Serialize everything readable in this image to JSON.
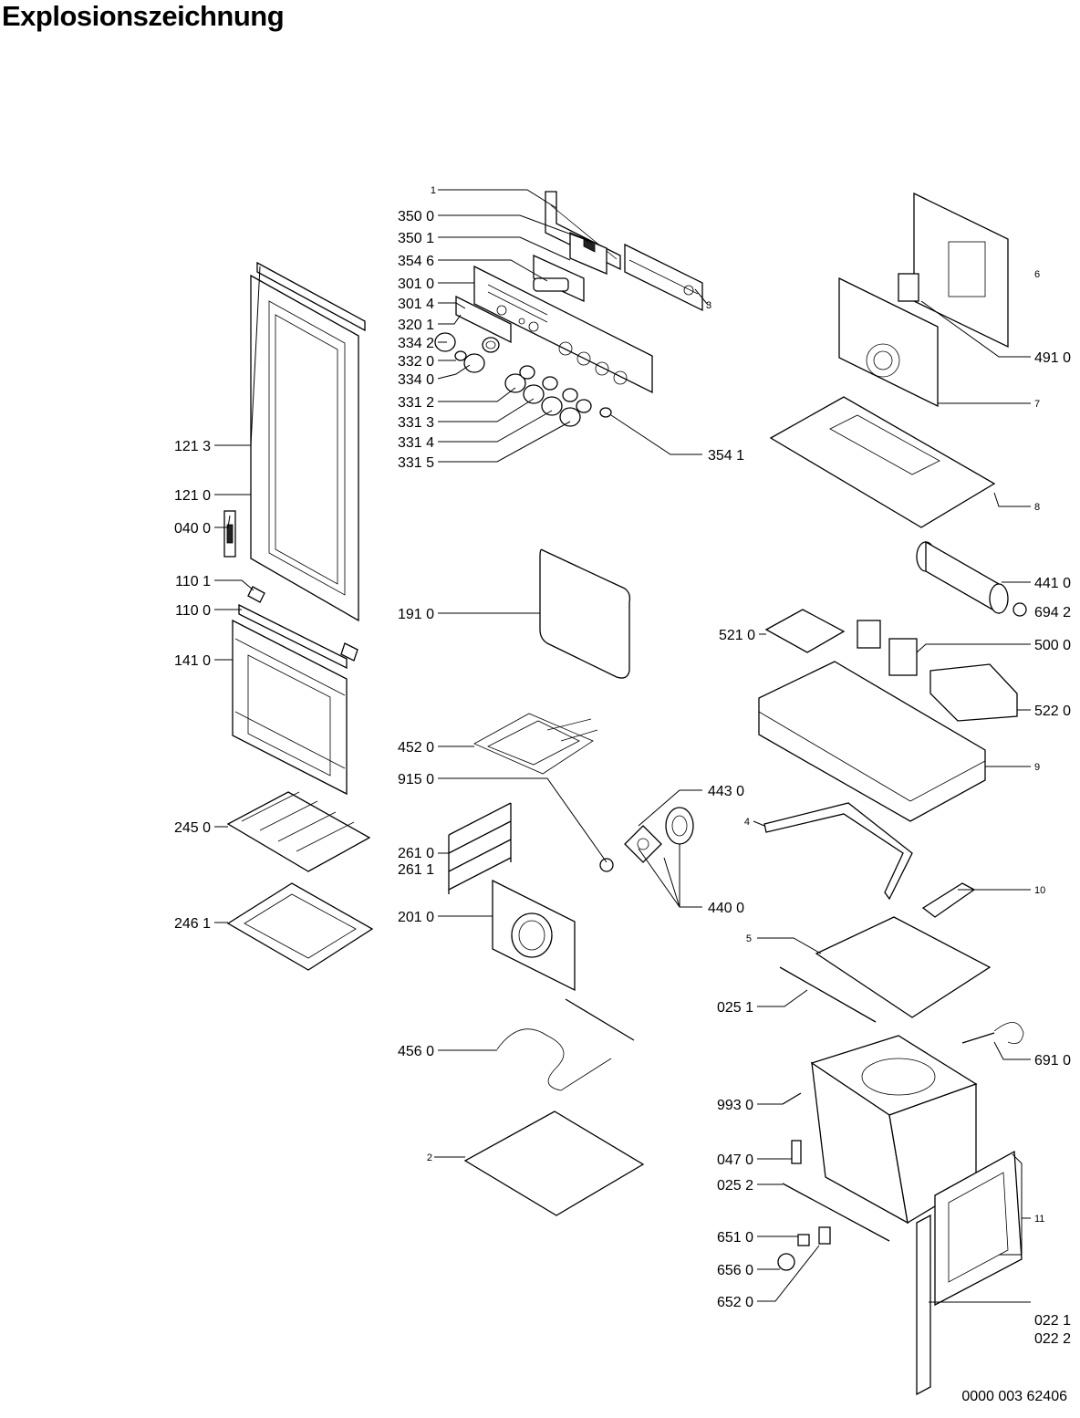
{
  "title": "Explosionszeichnung",
  "doc_number": "0000 003 62406",
  "labels": {
    "p1": "1",
    "p350_0": "350 0",
    "p350_1": "350 1",
    "p354_6": "354 6",
    "p301_0": "301 0",
    "p301_4": "301 4",
    "p320_1": "320 1",
    "p334_2": "334 2",
    "p332_0": "332 0",
    "p334_0": "334 0",
    "p331_2": "331 2",
    "p331_3": "331 3",
    "p331_4": "331 4",
    "p331_5": "331 5",
    "p3": "3",
    "p354_1": "354 1",
    "p121_3": "121 3",
    "p121_0": "121 0",
    "p040_0": "040 0",
    "p110_1": "110 1",
    "p110_0": "110 0",
    "p141_0": "141 0",
    "p191_0": "191 0",
    "p452_0": "452 0",
    "p915_0": "915 0",
    "p245_0": "245 0",
    "p261_0": "261 0",
    "p261_1": "261 1",
    "p246_1": "246 1",
    "p201_0": "201 0",
    "p443_0": "443 0",
    "p440_0": "440 0",
    "p456_0": "456 0",
    "p2": "2",
    "p6": "6",
    "p491_0": "491 0",
    "p7": "7",
    "p8": "8",
    "p441_0": "441 0",
    "p694_2": "694 2",
    "p521_0": "521 0",
    "p500_0": "500 0",
    "p522_0": "522 0",
    "p9": "9",
    "p4": "4",
    "p10": "10",
    "p5": "5",
    "p025_1": "025 1",
    "p691_0": "691 0",
    "p993_0": "993 0",
    "p047_0": "047 0",
    "p025_2": "025 2",
    "p651_0": "651 0",
    "p656_0": "656 0",
    "p652_0": "652 0",
    "p11": "11",
    "p022_1": "022 1",
    "p022_2": "022 2"
  }
}
